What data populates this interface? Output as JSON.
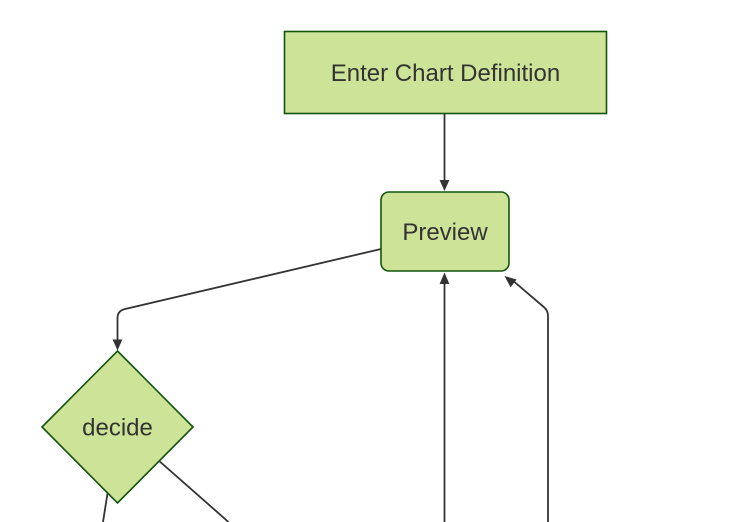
{
  "diagram": {
    "type": "flowchart",
    "direction": "top-down",
    "colors": {
      "background": "#ffffff",
      "node_fill": "#cde498",
      "node_border": "#13540c",
      "edge": "#333333",
      "arrowhead": "#333333",
      "text": "#333333"
    },
    "nodes": [
      {
        "id": "enter-chart-definition",
        "label": "Enter Chart Definition",
        "shape": "rectangle"
      },
      {
        "id": "preview",
        "label": "Preview",
        "shape": "rounded-rectangle"
      },
      {
        "id": "decide",
        "label": "decide",
        "shape": "diamond"
      }
    ],
    "edges": [
      {
        "from": "enter-chart-definition",
        "to": "preview",
        "arrowhead": "yes"
      },
      {
        "from": "preview",
        "to": "decide",
        "arrowhead": "yes"
      },
      {
        "from": "offscreen-bottom-center",
        "to": "preview",
        "arrowhead": "yes"
      },
      {
        "from": "offscreen-bottom-right",
        "to": "preview",
        "arrowhead": "yes"
      },
      {
        "from": "decide",
        "to": "offscreen-bottom-left",
        "arrowhead": "cut-off"
      },
      {
        "from": "decide",
        "to": "offscreen-bottom-right",
        "arrowhead": "cut-off"
      }
    ]
  }
}
